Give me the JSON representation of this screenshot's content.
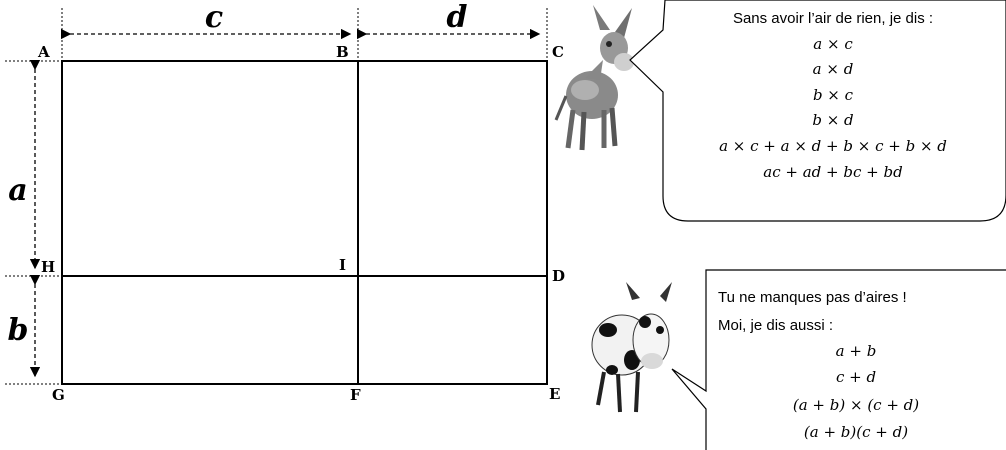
{
  "figure": {
    "point_labels": {
      "A": "A",
      "B": "B",
      "C": "C",
      "D": "D",
      "E": "E",
      "F": "F",
      "G": "G",
      "H": "H",
      "I": "I"
    },
    "dimension_labels": {
      "a": "a",
      "b": "b",
      "c": "c",
      "d": "d"
    }
  },
  "donkey_bubble": {
    "intro": "Sans avoir l’air de rien, je dis :",
    "lines": [
      "a × c",
      "a × d",
      "b × c",
      "b × d",
      "a × c + a × d + b × c + b × d",
      "ac + ad + bc + bd"
    ]
  },
  "cow_bubble": {
    "intro_line1": "Tu ne manques pas d’aires !",
    "intro_line2": "Moi, je dis aussi :",
    "lines": [
      "a + b",
      "c + d",
      "(a + b) × (c + d)",
      "(a + b)(c + d)"
    ]
  }
}
